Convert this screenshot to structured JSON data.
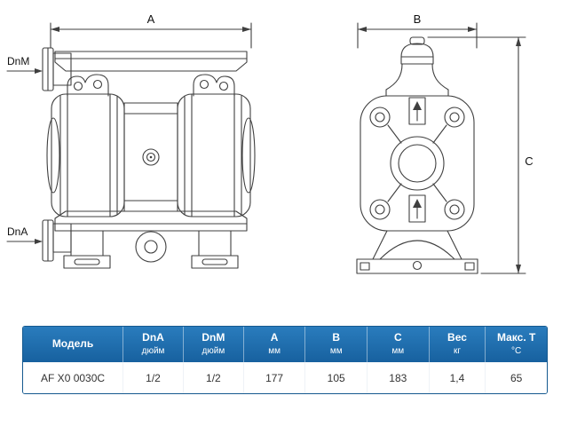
{
  "page": {
    "background": "#ffffff"
  },
  "drawing": {
    "dim_a_label": "A",
    "dim_b_label": "B",
    "dim_c_label": "C",
    "dnm_label": "DnM",
    "dna_label": "DnA",
    "line_color": "#3f3f3f"
  },
  "table": {
    "header_bg": "#1a6cb0",
    "header_text_color": "#ffffff",
    "columns": [
      {
        "title": "Модель",
        "unit": ""
      },
      {
        "title": "DnA",
        "unit": "дюйм"
      },
      {
        "title": "DnM",
        "unit": "дюйм"
      },
      {
        "title": "A",
        "unit": "мм"
      },
      {
        "title": "B",
        "unit": "мм"
      },
      {
        "title": "C",
        "unit": "мм"
      },
      {
        "title": "Вес",
        "unit": "кг"
      },
      {
        "title": "Макс. T",
        "unit": "°C"
      }
    ],
    "rows": [
      [
        "AF X0 0030C",
        "1/2",
        "1/2",
        "177",
        "105",
        "183",
        "1,4",
        "65"
      ]
    ]
  }
}
